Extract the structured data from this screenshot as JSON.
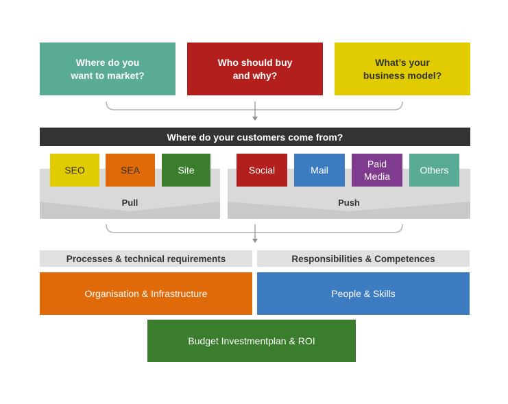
{
  "questions": [
    {
      "text": "Where do you\nwant to market?",
      "color": "#5aab96"
    },
    {
      "text": "Who should buy\nand why?",
      "color": "#b21f1c"
    },
    {
      "text": "What’s your\nbusiness model?",
      "color": "#e0cc00"
    }
  ],
  "banner": "Where do your customers come from?",
  "pull": {
    "label": "Pull",
    "channels": [
      {
        "label": "SEO",
        "color": "#e0cc00",
        "text_color": "#333333"
      },
      {
        "label": "SEA",
        "color": "#e06a0a",
        "text_color": "#333333"
      },
      {
        "label": "Site",
        "color": "#3a7d2c",
        "text_color": "#ffffff"
      }
    ]
  },
  "push": {
    "label": "Push",
    "channels": [
      {
        "label": "Social",
        "color": "#b21f1c",
        "text_color": "#ffffff"
      },
      {
        "label": "Mail",
        "color": "#3d7cc1",
        "text_color": "#ffffff"
      },
      {
        "label": "Paid\nMedia",
        "color": "#7f3b8e",
        "text_color": "#ffffff"
      },
      {
        "label": "Others",
        "color": "#5aab96",
        "text_color": "#ffffff"
      }
    ]
  },
  "requirements": {
    "left_header": "Processes & technical requirements",
    "right_header": "Responsibilities & Competences",
    "left_block": {
      "label": "Organisation & Infrastructure",
      "color": "#e06a0a"
    },
    "right_block": {
      "label": "People & Skills",
      "color": "#3d7cc1"
    },
    "bottom_block": {
      "label": "Budget Investmentplan & ROI",
      "color": "#3a7d2c"
    }
  }
}
